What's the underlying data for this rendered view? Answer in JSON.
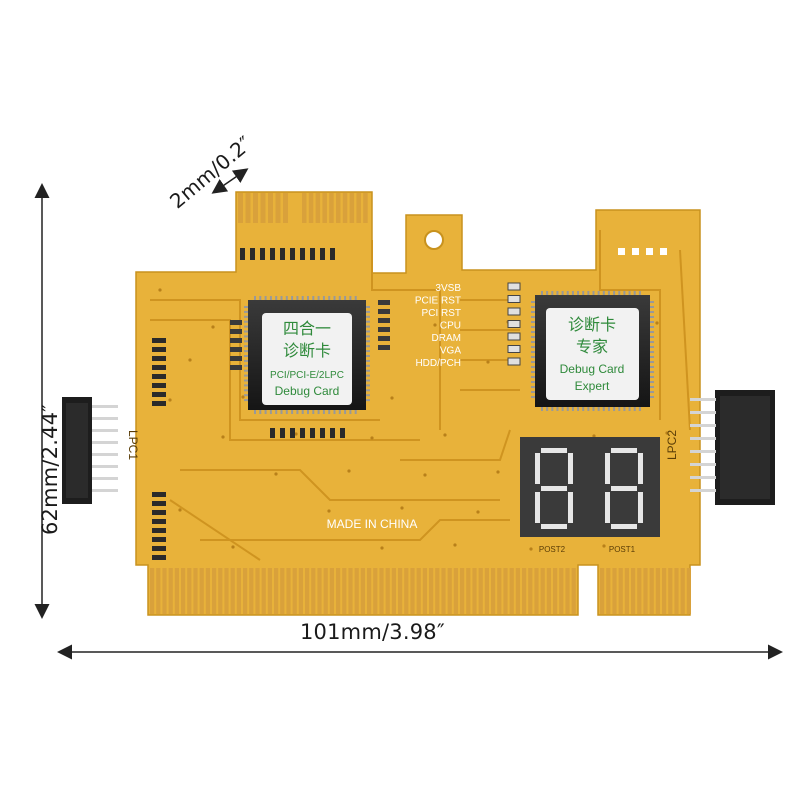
{
  "dimensions": {
    "width": "101mm/3.98″",
    "height": "62mm/2.44″",
    "pin_pitch": "2mm/0.2″"
  },
  "board": {
    "color": "#e8b23a",
    "trace_color": "#cf9420",
    "gold_finger_color": "#d9a13b",
    "chip1_text": [
      "四合一",
      "诊断卡",
      "PCI/PCI-E/2LPC",
      "Debug Card"
    ],
    "chip2_text": [
      "诊断卡",
      "专家",
      "Debug Card",
      "Expert"
    ],
    "made_in": "MADE IN CHINA",
    "connector_left_label": "LPC1",
    "connector_right_label": "LPC2",
    "status_labels": [
      "3VSB",
      "PCIE RST",
      "PCI RST",
      "CPU",
      "DRAM",
      "VGA",
      "HDD/PCH"
    ],
    "display_labels": [
      "POST2",
      "POST1"
    ],
    "display_digits": "88",
    "led_color_on": "#e0e0e0"
  }
}
